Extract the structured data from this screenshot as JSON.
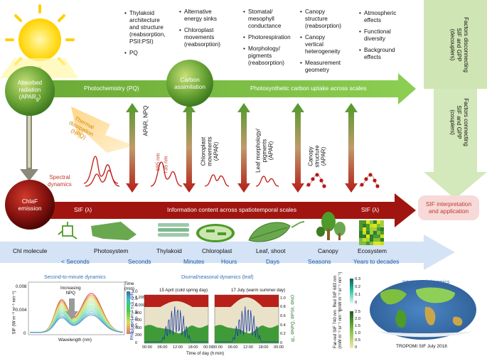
{
  "nodes": {
    "absorbed": {
      "line1": "Absorbed",
      "line2": "radiation",
      "line3": "(APAR",
      "sub": "g",
      "close": ")"
    },
    "carbon": {
      "line1": "Carbon",
      "line2": "assimilation"
    },
    "chla": {
      "line1": "ChlaF",
      "line2": "emission"
    },
    "output": {
      "line1": "SIF interpretation",
      "line2": "and application"
    }
  },
  "arrows": {
    "photochem": "Photochemistry (PQ)",
    "uptake": "Photosynthetic carbon uptake across scales",
    "info": "Information content across spatiotemporal scales",
    "sif_left": "SIF (λ)",
    "sif_right": "SIF (λ)",
    "thermal": "Thermal\ndissipation\n(NPQ)"
  },
  "top_lists": [
    {
      "items": [
        "Thylakoid\narchitecture\nand structure\n(reabsorption,\nPSII:PSI)",
        "PQ"
      ]
    },
    {
      "items": [
        "Alternative\nenergy sinks",
        "Chloroplast\nmovements\n(reabsorption)"
      ]
    },
    {
      "items": [
        "Stomatal/\nmesophyll\nconductance",
        "Photorespiration",
        "Morphology/\npigments\n(reabsorption)"
      ]
    },
    {
      "items": [
        "Canopy\nstructure\n(reabsorption)",
        "Canopy\nvertical\nheterogeneity",
        "Measurement\ngeometry"
      ]
    },
    {
      "items": [
        "Atmospheric\neffects",
        "Functional\ndiversity",
        "Background\neffects"
      ]
    }
  ],
  "right_panels": {
    "decouplers": "Factors disconnecting\nSIF and GPP\n(decouplers)",
    "couplers": "Factors connecting\nSIF and GPP\n(couplers)"
  },
  "vertical_labels": {
    "apar_npq": "APAR, NPQ",
    "nm685": "685 nm",
    "nm735": "735 nm",
    "chloroplast": "Chloroplast\nmovements\n(APAR)",
    "leaf": "Leaf morphology/\npigments\n(APAR)",
    "canopy": "Canopy\nstructure\n(APAR)"
  },
  "spectral_dynamics": "Spectral\ndynamics",
  "icons": [
    "Chl molecule",
    "Photosystem",
    "Thylakoid",
    "Chloroplast",
    "Leaf, shoot",
    "Canopy",
    "Ecosystem"
  ],
  "timescale": [
    "< Seconds",
    "Seconds",
    "Minutes",
    "Hours",
    "Days",
    "Seasons",
    "Years to decades"
  ],
  "panel1": {
    "title": "Second-to-minute dynamics",
    "ylabel": "SIF (W m⁻² sr⁻¹ nm⁻¹)",
    "xlabel": "Wavelength (nm)",
    "yticks": [
      "0",
      "0.004",
      "0.008"
    ],
    "annotation": "Increasing\nNPQ",
    "cbar_title": "Time\n(min)",
    "cbar_ticks": [
      "3.0",
      "2.5",
      "2.0",
      "1.5",
      "1.0",
      "0.5",
      "0"
    ]
  },
  "panel2": {
    "title": "Diurnal/seasonal dynamics (leaf)",
    "left_sub": "15 April (cold spring day)",
    "right_sub": "17 July (warm summer day)",
    "ylabel_left": "PAR (μmol m⁻² s⁻¹), SIF",
    "ylabel_right": "qL, ΦNPQ, ΦPSII, ΦNO",
    "yticks_left": [
      "0",
      "200",
      "400",
      "600",
      "800",
      "1,000",
      "1,200"
    ],
    "yticks_right": [
      "0",
      "0.2",
      "0.4",
      "0.6",
      "0.8",
      "1.0"
    ],
    "xticks": [
      "00:00",
      "06:00",
      "12:00",
      "18:00",
      "00:00"
    ],
    "xlabel": "Time of day (h:min)"
  },
  "panel3": {
    "title": "Interannual dynamics",
    "red_label": "Red SIF 683 nm\n(mW m⁻² sr⁻¹ nm⁻¹)",
    "red_ticks": [
      "0.3",
      "0.2",
      "0.1",
      "0"
    ],
    "far_label": "Far-red SIF 740 nm\n(mW m⁻² sr⁻¹ nm⁻¹)",
    "far_ticks": [
      "2.5",
      "2.0",
      "1.5",
      "1.0",
      "0.5",
      "0"
    ],
    "caption": "TROPOMI SIF July 2018"
  },
  "colors": {
    "green_arrow": "#4f9a2b",
    "red_arrow": "#a11510",
    "blue_band": "#d4e3f5",
    "panel_green": "#cfe6b4",
    "output_box": "#f7d9d9"
  }
}
